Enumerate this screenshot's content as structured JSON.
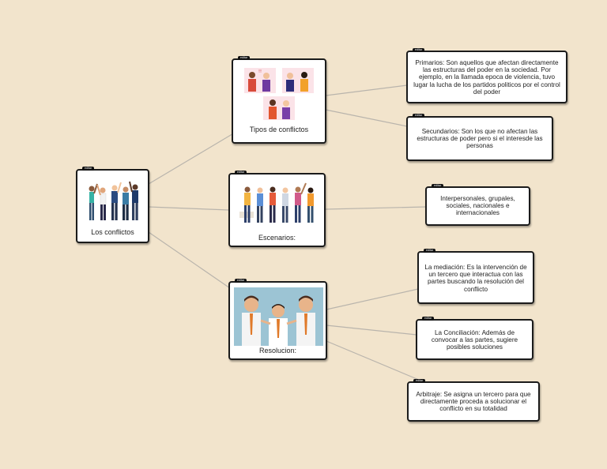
{
  "node_tag": "editar",
  "root": {
    "label": "Los conflictos"
  },
  "branches": [
    {
      "label": "Tipos de conflictos"
    },
    {
      "label": "Escenarios:"
    },
    {
      "label": "Resolucion:"
    }
  ],
  "leaves": [
    {
      "text": "Primarios: Son aquellos que afectan directamente las estructuras del poder en la sociedad. Por ejemplo, en la llamada epoca de violencia, tuvo lugar la lucha de los partidos politicos por el control del poder"
    },
    {
      "text": "Secundarios: Son los que no afectan las estructuras de poder pero si el interesde las personas"
    },
    {
      "text": "Interpersonales, grupales, sociales, nacionales e internacionales"
    },
    {
      "text": "La mediación: Es la intervención de un tercero que interactua con las partes buscando la resolución del conflicto"
    },
    {
      "text": "La Conciliación: Además de convocar a las partes, sugiere posibles soluciones"
    },
    {
      "text": "Arbitraje: Se asigna un tercero para que directamente proceda a solucionar el conflicto en su totalidad"
    }
  ],
  "colors": {
    "background": "#f2e4cc",
    "connector": "#b9b4ac",
    "border": "#1b1b1b"
  }
}
